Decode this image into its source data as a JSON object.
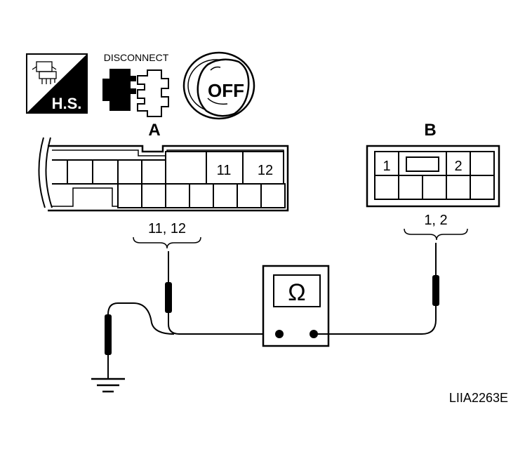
{
  "icons": {
    "harness_side": {
      "name": "harness-side-icon",
      "label": "H.S."
    },
    "disconnect": {
      "name": "disconnect-icon",
      "label": "DISCONNECT"
    },
    "ignition": {
      "name": "ignition-key-icon",
      "label": "OFF"
    }
  },
  "connector_a": {
    "label": "A",
    "pins": [
      "11",
      "12"
    ],
    "probe_label": "11, 12"
  },
  "connector_b": {
    "label": "B",
    "pins": [
      "1",
      "2"
    ],
    "probe_label": "1, 2"
  },
  "meter": {
    "symbol": "Ω",
    "icon": "ohmmeter-icon"
  },
  "ground": {
    "icon": "ground-icon"
  },
  "figure_code": "LIIA2263E",
  "colors": {
    "ink": "#000000",
    "paper": "#ffffff"
  }
}
